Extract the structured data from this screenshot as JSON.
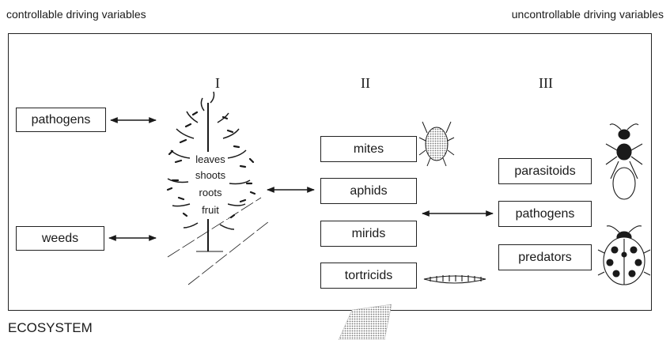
{
  "header": {
    "left": "controllable driving variables",
    "right": "uncontrollable driving variables"
  },
  "levels": [
    "I",
    "II",
    "III"
  ],
  "left_boxes": [
    "pathogens",
    "weeds"
  ],
  "plant_parts": [
    "leaves",
    "shoots",
    "roots",
    "fruit"
  ],
  "herbivores": [
    "mites",
    "aphids",
    "mirids",
    "tortricids"
  ],
  "enemies": [
    "parasitoids",
    "pathogens",
    "predators"
  ],
  "footer": "ECOSYSTEM",
  "colors": {
    "ink": "#1a1a1a",
    "background": "#ffffff",
    "hatch": "#888888"
  },
  "icons": [
    "tree-icon",
    "mite-icon",
    "caterpillar-icon",
    "wasp-icon",
    "ladybird-icon"
  ]
}
